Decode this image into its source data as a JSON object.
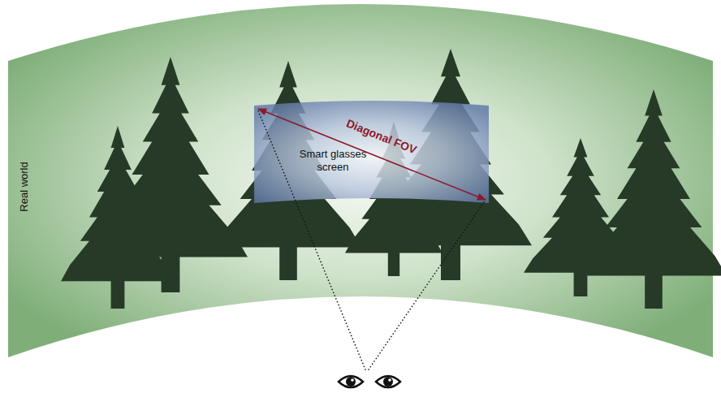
{
  "diagram": {
    "nodes": [
      {
        "text": [
          "Real world"
        ]
      },
      {
        "text": [
          "Smart glasses screen"
        ],
        "in": 0
      }
    ],
    "labels": [
      "Diagonal FOV"
    ]
  }
}
